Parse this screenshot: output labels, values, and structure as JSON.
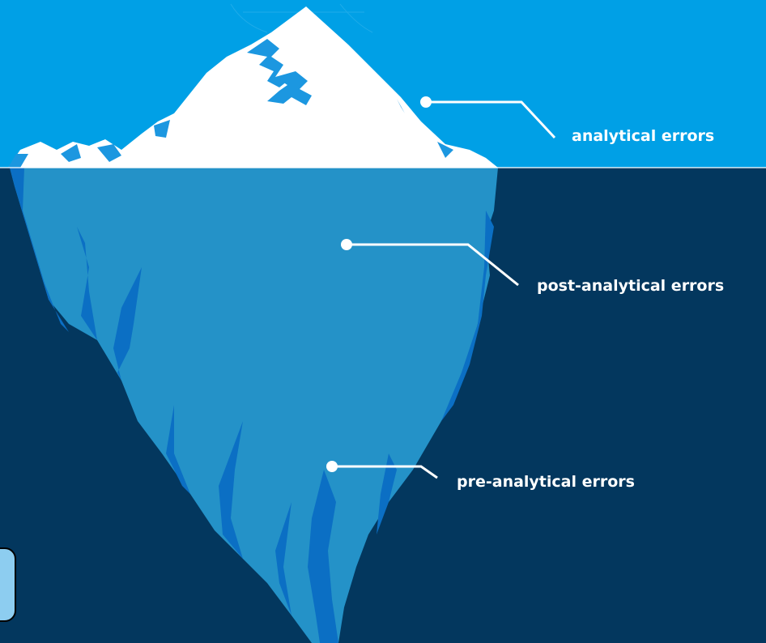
{
  "labels": {
    "analytical": "analytical errors",
    "post_analytical": "post-analytical errors",
    "pre_analytical": "pre-analytical errors"
  },
  "colors": {
    "sky": "#00a0e6",
    "ocean": "#03375e",
    "ice_above": "#ffffff",
    "ice_below": "#2492c8",
    "ice_shadow": "#0b6fc4",
    "crack": "#1c97e0",
    "callout_line": "#ffffff",
    "corner_box": "#8dcdf0"
  }
}
